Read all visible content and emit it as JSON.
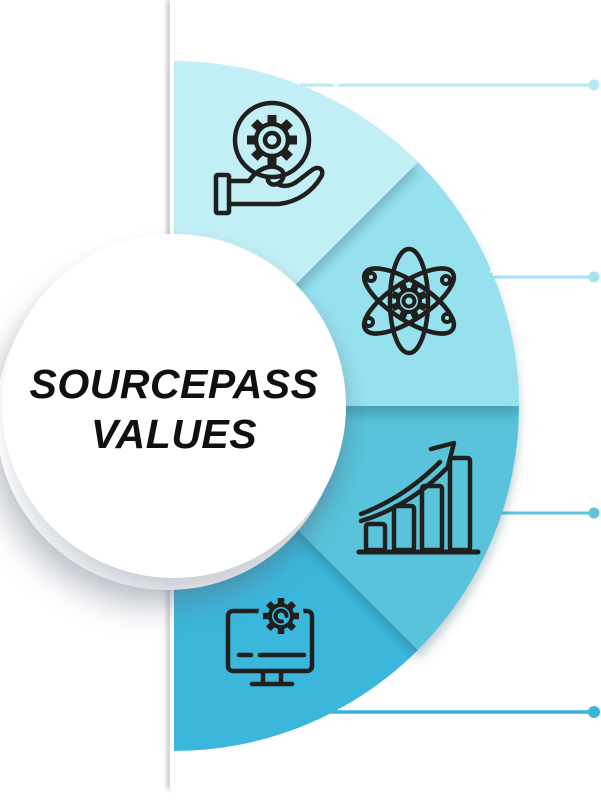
{
  "title": {
    "line1": "SOURCEPASS",
    "line2": "VALUES"
  },
  "colors": {
    "background": "#ffffff",
    "text": "#101010",
    "icon_stroke": "#1f1f1d",
    "tick": "#ffffff"
  },
  "segments": [
    {
      "name": "hand-holding-gear",
      "icon": "hand-gear-icon",
      "color": "#c2eef5",
      "line_color": "#b5eaf3"
    },
    {
      "name": "atom-gear",
      "icon": "atom-gear-icon",
      "color": "#97e0ee",
      "line_color": "#a5e4ef"
    },
    {
      "name": "growth-chart",
      "icon": "growth-chart-icon",
      "color": "#58c3da",
      "line_color": "#5cc5da"
    },
    {
      "name": "monitor-gear",
      "icon": "monitor-gear-icon",
      "color": "#3cb7dc",
      "line_color": "#38b4d9"
    }
  ]
}
